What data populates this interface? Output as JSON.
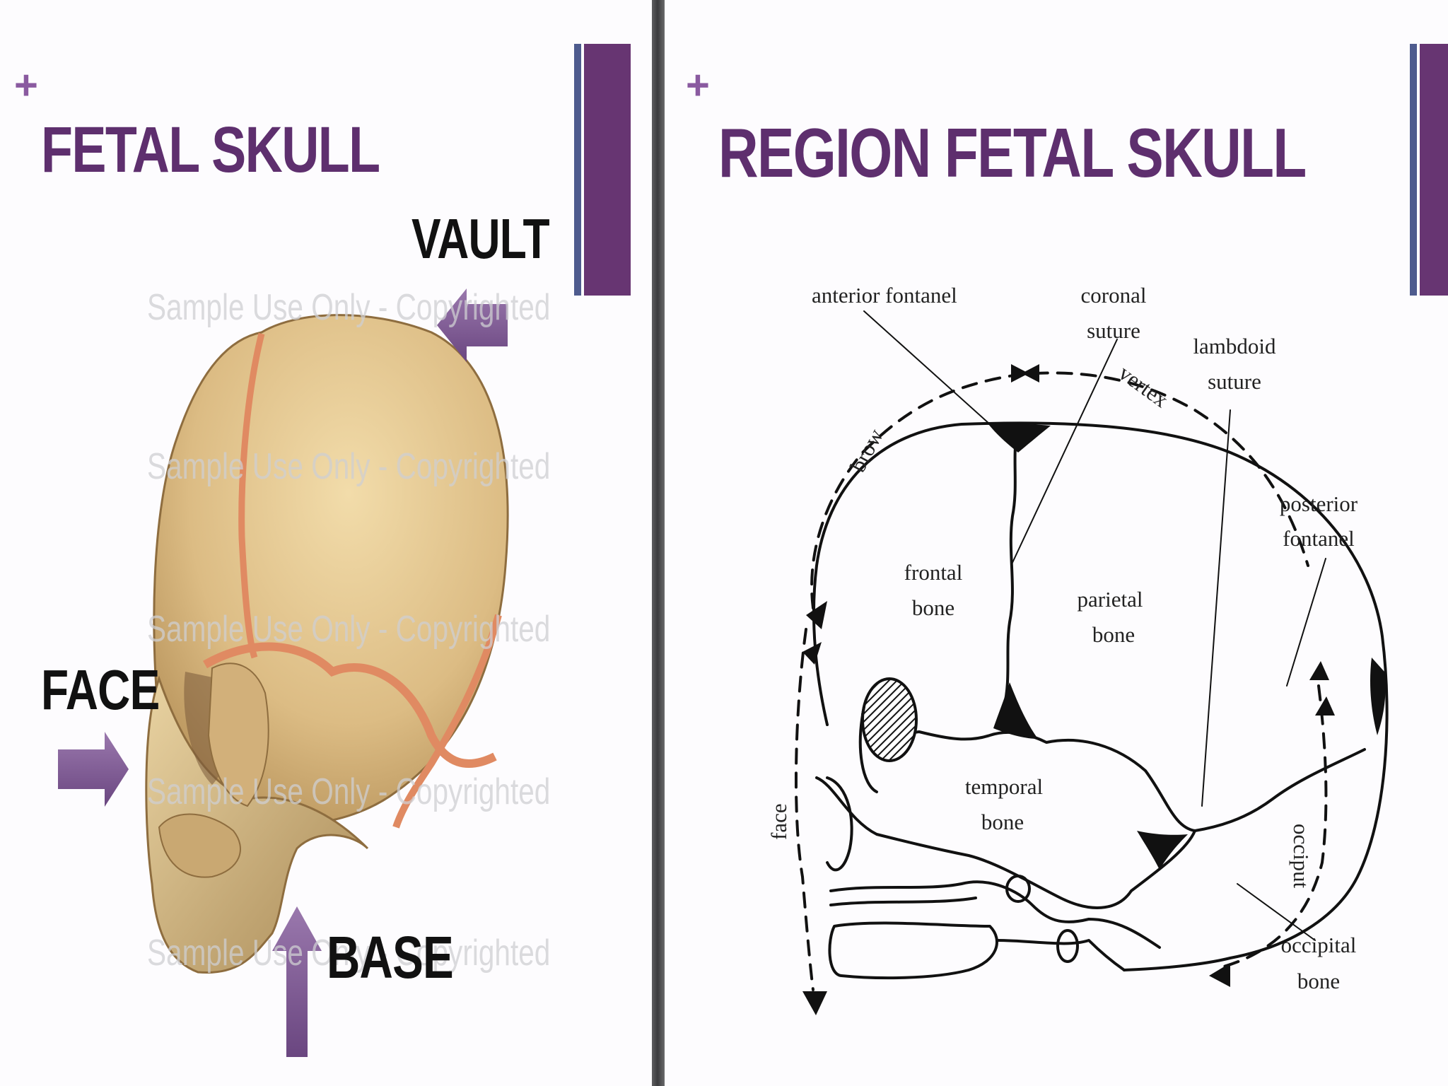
{
  "left_slide": {
    "plus": "+",
    "title": "FETAL SKULL",
    "labels": {
      "vault": "VAULT",
      "face": "FACE",
      "base": "BASE"
    },
    "watermark": "Sample Use Only - Copyrighted"
  },
  "right_slide": {
    "plus": "+",
    "title": "REGION FETAL SKULL",
    "diagram_labels": {
      "anterior_fontanel": "anterior fontanel",
      "coronal_suture": [
        "coronal",
        "suture"
      ],
      "lambdoid_suture": [
        "lambdoid",
        "suture"
      ],
      "vertex": "vertex",
      "brow": "brow",
      "posterior_fontanel": [
        "posterior",
        "fontanel"
      ],
      "frontal_bone": [
        "frontal",
        "bone"
      ],
      "parietal_bone": [
        "parietal",
        "bone"
      ],
      "temporal_bone": [
        "temporal",
        "bone"
      ],
      "face": "face",
      "occiput": "occiput",
      "occipital_bone": [
        "occipital",
        "bone"
      ]
    }
  },
  "colors": {
    "title_purple": "#5e2f6e",
    "accent_bar_purple": "#673572",
    "accent_bar_blue": "#4e5b8e",
    "arrow_purple": "#7a5690",
    "bone": "#e8cf9c",
    "suture_orange": "#e38d66"
  }
}
